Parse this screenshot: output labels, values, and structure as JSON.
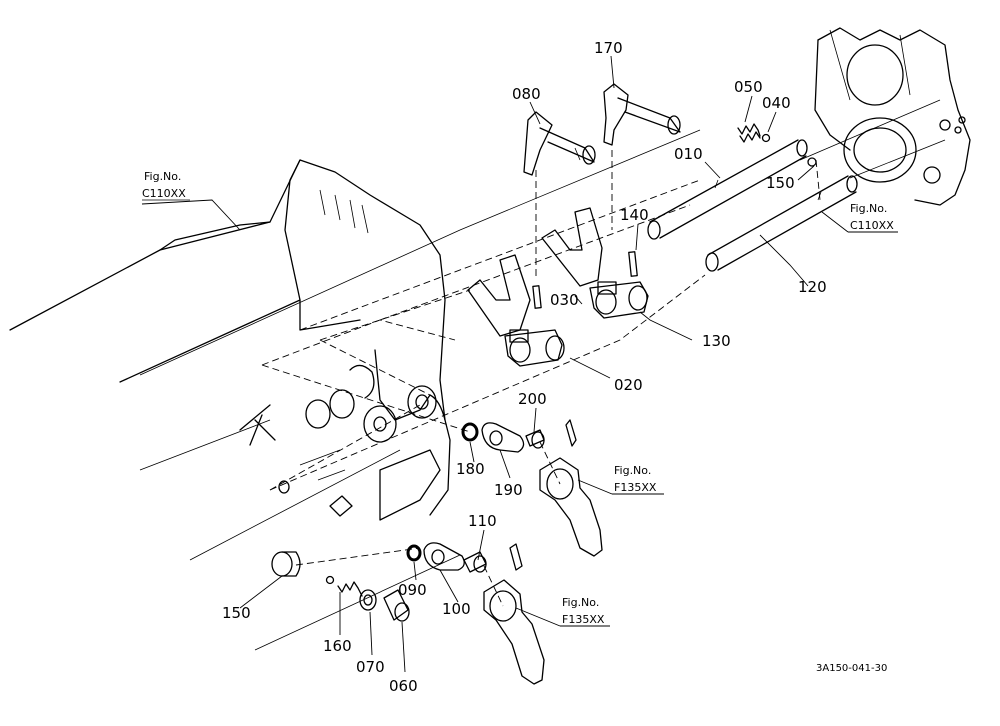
{
  "drawing_code": "3A150-041-30",
  "fig_refs": {
    "c110_top": {
      "line1": "Fig.No.",
      "line2": "C110XX"
    },
    "c110_right": {
      "line1": "Fig.No.",
      "line2": "C110XX"
    },
    "f135_mid": {
      "line1": "Fig.No.",
      "line2": "F135XX"
    },
    "f135_low": {
      "line1": "Fig.No.",
      "line2": "F135XX"
    }
  },
  "part_numbers": {
    "p080": "080",
    "p170": "170",
    "p050": "050",
    "p040": "040",
    "p010": "010",
    "p150_top": "150",
    "p140": "140",
    "p120": "120",
    "p030": "030",
    "p130": "130",
    "p020": "020",
    "p200": "200",
    "p180": "180",
    "p190": "190",
    "p110": "110",
    "p090": "090",
    "p100": "100",
    "p150_low": "150",
    "p160": "160",
    "p070": "070",
    "p060": "060"
  }
}
